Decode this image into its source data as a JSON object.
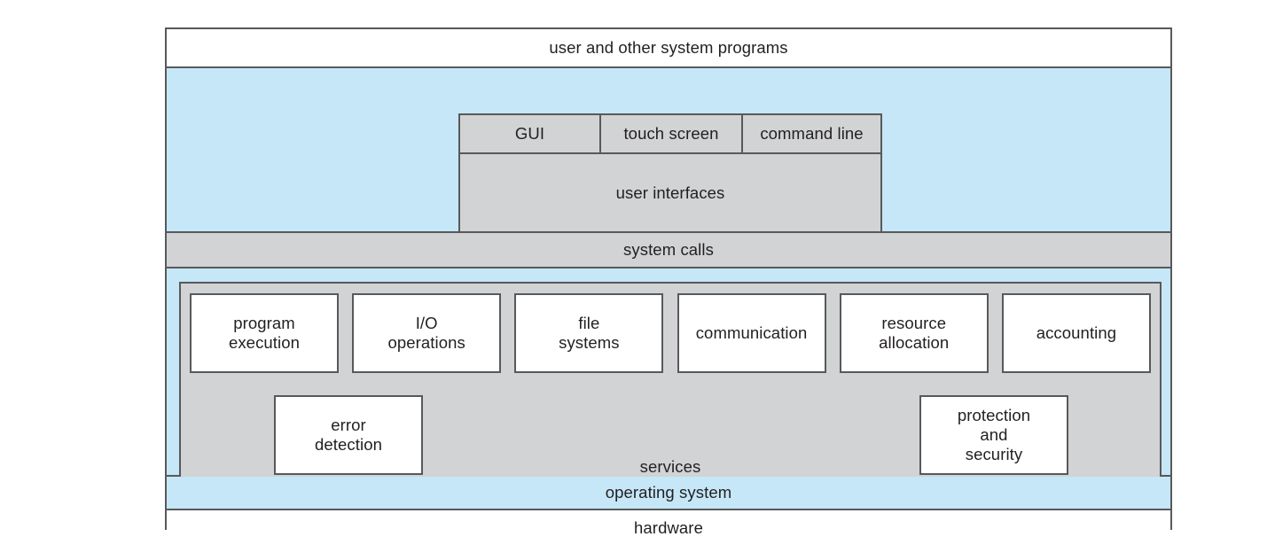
{
  "figure": {
    "title": "operating system services layered architecture",
    "colors": {
      "blue_layer": "#c5e7f8",
      "gray_layer": "#d1d3d4",
      "white_layer": "#ffffff",
      "border": "#58595b",
      "text": "#231f20"
    }
  },
  "layers": {
    "user_programs": "user and other system programs",
    "system_calls": "system calls",
    "operating_system": "operating system",
    "hardware": "hardware"
  },
  "user_interfaces": {
    "caption": "user interfaces",
    "modes": [
      {
        "label": "GUI"
      },
      {
        "label": "touch screen"
      },
      {
        "label": "command line"
      }
    ]
  },
  "services": {
    "caption": "services",
    "row": [
      {
        "label": "program\nexecution"
      },
      {
        "label": "I/O\noperations"
      },
      {
        "label": "file\nsystems"
      },
      {
        "label": "communication"
      },
      {
        "label": "resource\nallocation"
      },
      {
        "label": "accounting"
      }
    ],
    "error_detection": "error\ndetection",
    "protection_and_security": "protection\nand\nsecurity"
  }
}
